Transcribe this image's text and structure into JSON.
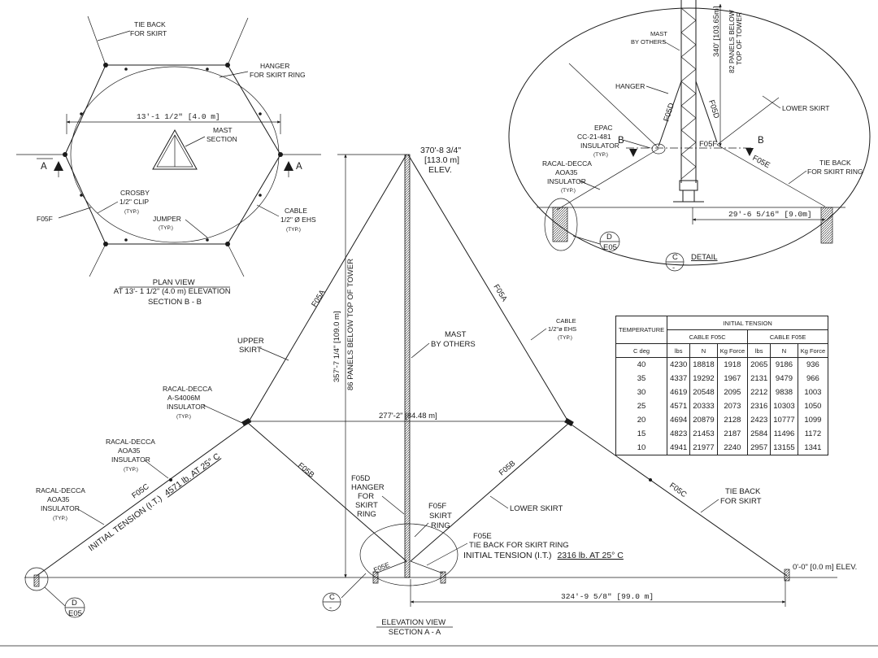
{
  "plan": {
    "tie_back_top": [
      "TIE BACK",
      "FOR SKIRT"
    ],
    "hanger": [
      "HANGER",
      "FOR SKIRT RING"
    ],
    "dim": "13'-1 1/2\" [4.0 m]",
    "mast_section": [
      "MAST",
      "SECTION"
    ],
    "section_marker_left": "A",
    "section_marker_right": "A",
    "crosby": [
      "CROSBY",
      "1/2\" CLIP",
      "(TYP.)"
    ],
    "jumper": [
      "JUMPER",
      "(TYP.)"
    ],
    "cable": [
      "CABLE",
      "1/2\" Ø EHS",
      "(TYP.)"
    ],
    "f05f": "F05F",
    "title": [
      "PLAN VIEW",
      "AT 13'- 1 1/2\" (4.0 m) ELEVATION",
      "SECTION B - B"
    ]
  },
  "elevation": {
    "top_elev": [
      "370'-8 3/4\"",
      "[113.0 m]",
      "ELEV."
    ],
    "vertical_dim": "357'-7 1/4\" [109.0 m]",
    "panels_label": "86 PANELS BELOW TOP OF TOWER",
    "f05a_left": "F05A",
    "f05a_right": "F05A",
    "upper_skirt": [
      "UPPER",
      "SKIRT"
    ],
    "mast_by_others": [
      "MAST",
      "BY OTHERS"
    ],
    "cable_label": [
      "CABLE",
      "1/2\"ø  EHS",
      "(TYP.)"
    ],
    "racal_a4006": [
      "RACAL-DECCA",
      "A-S4006M",
      "INSULATOR",
      "(TYP.)"
    ],
    "horizontal_dim": "277'-2\" [84.48 m]",
    "racal_aoa35_mid": [
      "RACAL-DECCA",
      "AOA35",
      "INSULATOR",
      "(TYP.)"
    ],
    "racal_aoa35_left": [
      "RACAL-DECCA",
      "AOA35",
      "INSULATOR",
      "(TYP.)"
    ],
    "f05c_left": "F05C",
    "f05c_right": "F05C",
    "f05b_left": "F05B",
    "f05b_right": "F05B",
    "initial_tension_left_prefix": "INITIAL TENSION (I.T.)",
    "initial_tension_left_value": "4571 lb. AT 25° C",
    "f05d_label": [
      "F05D",
      "HANGER",
      "FOR",
      "SKIRT",
      "RING"
    ],
    "f05f_label": [
      "F05F",
      "SKIRT",
      "RING"
    ],
    "lower_skirt": "LOWER SKIRT",
    "tie_back_right": [
      "TIE BACK",
      "FOR SKIRT"
    ],
    "f05e_label": "F05E",
    "tie_back_ring": "TIE BACK FOR SKIRT RING",
    "initial_tension_right_prefix": "INITIAL TENSION (I.T.)",
    "initial_tension_right_value": "2316 lb. AT 25° C",
    "ground_elev": "0'-0\" [0.0 m] ELEV.",
    "f05e_small": "F05E",
    "base_dim": "324'-9 5/8\" [99.0 m]",
    "callout_d": [
      "D",
      "E05"
    ],
    "callout_c": [
      "C",
      "-"
    ],
    "title": [
      "ELEVATION VIEW",
      "SECTION  A - A"
    ]
  },
  "detail": {
    "dim_vertical": "340' [103.65m]",
    "panels_label": [
      "82 PANELS BELOW",
      "TOP OF TOWER"
    ],
    "mast_by_others": [
      "MAST",
      "BY OTHERS"
    ],
    "hanger": "HANGER",
    "f05d_left": "F05D",
    "f05d_right": "F05D",
    "lower_skirt": "LOWER SKIRT",
    "epac": [
      "EPAC",
      "CC-21-481",
      "INSULATOR",
      "(TYP.)"
    ],
    "b_left": "B",
    "b_right": "B",
    "f05f": "F05F",
    "f05e": "F05E",
    "tie_back": [
      "TIE BACK",
      "FOR SKIRT RING"
    ],
    "racal": [
      "RACAL-DECCA",
      "AOA35",
      "INSULATOR",
      "(TYP.)"
    ],
    "dim_horizontal": "29'-6 5/16\" [9.0m]",
    "callout_d": [
      "D",
      "E05"
    ],
    "callout_c": [
      "C",
      "-"
    ],
    "title": "DETAIL"
  },
  "table": {
    "headers": {
      "temperature": "TEMPERATURE",
      "initial_tension": "INITIAL TENSION",
      "cable_f05c": "CABLE F05C",
      "cable_f05e": "CABLE F05E",
      "c_deg": "C deg",
      "lbs": "lbs",
      "n": "N",
      "kgf": "Kg Force"
    },
    "rows": [
      [
        "40",
        "4230",
        "18818",
        "1918",
        "2065",
        "9186",
        "936"
      ],
      [
        "35",
        "4337",
        "19292",
        "1967",
        "2131",
        "9479",
        "966"
      ],
      [
        "30",
        "4619",
        "20548",
        "2095",
        "2212",
        "9838",
        "1003"
      ],
      [
        "25",
        "4571",
        "20333",
        "2073",
        "2316",
        "10303",
        "1050"
      ],
      [
        "20",
        "4694",
        "20879",
        "2128",
        "2423",
        "10777",
        "1099"
      ],
      [
        "15",
        "4823",
        "21453",
        "2187",
        "2584",
        "11496",
        "1172"
      ],
      [
        "10",
        "4941",
        "21977",
        "2240",
        "2957",
        "13155",
        "1341"
      ]
    ]
  }
}
